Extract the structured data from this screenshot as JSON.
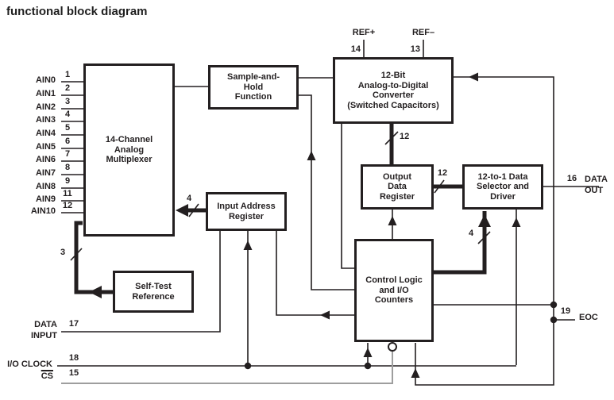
{
  "title": "functional block diagram",
  "blocks": {
    "mux": {
      "lines": [
        "14-Channel",
        "Analog",
        "Multiplexer"
      ]
    },
    "sample_hold": {
      "lines": [
        "Sample-and-",
        "Hold",
        "Function"
      ]
    },
    "adc": {
      "lines": [
        "12-Bit",
        "Analog-to-Digital",
        "Converter",
        "(Switched Capacitors)"
      ]
    },
    "output_register": {
      "lines": [
        "Output",
        "Data",
        "Register"
      ]
    },
    "selector": {
      "lines": [
        "12-to-1 Data",
        "Selector and",
        "Driver"
      ]
    },
    "control": {
      "lines": [
        "Control Logic",
        "and I/O",
        "Counters"
      ]
    },
    "input_address": {
      "lines": [
        "Input Address",
        "Register"
      ]
    },
    "self_test": {
      "lines": [
        "Self-Test",
        "Reference"
      ]
    }
  },
  "pins": {
    "analog_inputs": [
      {
        "name": "AIN0",
        "num": "1"
      },
      {
        "name": "AIN1",
        "num": "2"
      },
      {
        "name": "AIN2",
        "num": "3"
      },
      {
        "name": "AIN3",
        "num": "4"
      },
      {
        "name": "AIN4",
        "num": "5"
      },
      {
        "name": "AIN5",
        "num": "6"
      },
      {
        "name": "AIN6",
        "num": "7"
      },
      {
        "name": "AIN7",
        "num": "8"
      },
      {
        "name": "AIN8",
        "num": "9"
      },
      {
        "name": "AIN9",
        "num": "11"
      },
      {
        "name": "AIN10",
        "num": "12"
      }
    ],
    "ref_plus": {
      "name": "REF+",
      "num": "14"
    },
    "ref_minus": {
      "name": "REF–",
      "num": "13"
    },
    "data_input": {
      "name_line1": "DATA",
      "name_line2": "INPUT",
      "num": "17"
    },
    "io_clock": {
      "name": "I/O CLOCK",
      "num": "18"
    },
    "cs": {
      "name": "CS",
      "num": "15"
    },
    "data_out": {
      "name_line1": "DATA",
      "name_line2": "OUT",
      "num": "16"
    },
    "eoc": {
      "name": "EOC",
      "num": "19"
    }
  },
  "bus_labels": {
    "address_width": "4",
    "self_test_width": "3",
    "adc_out_width": "12",
    "reg_to_selector_width": "12",
    "control_to_selector_width": "4"
  },
  "colors": {
    "ink": "#231f20",
    "cs_line": "#9e9e9e",
    "background": "#ffffff"
  }
}
